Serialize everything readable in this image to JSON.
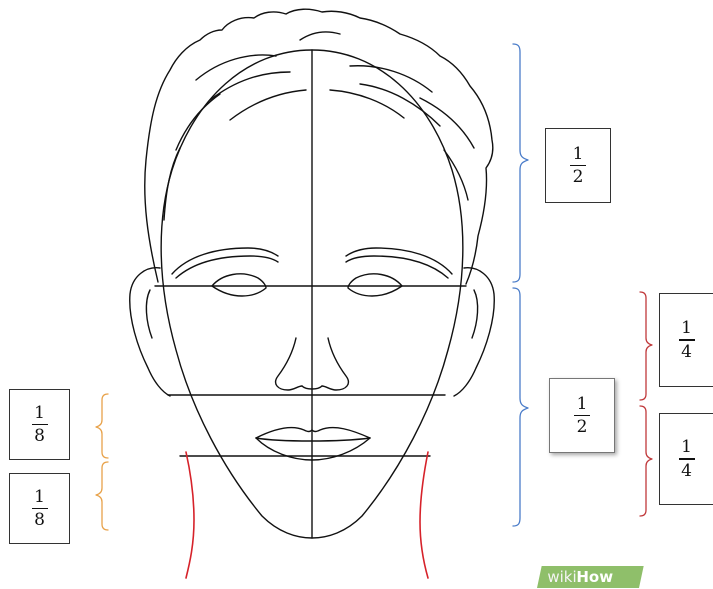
{
  "fractions": {
    "upper_half": {
      "numerator": "1",
      "denominator": "2"
    },
    "lower_half": {
      "numerator": "1",
      "denominator": "2"
    },
    "lower_quarter_top": {
      "numerator": "1",
      "denominator": "4"
    },
    "lower_quarter_bottom": {
      "numerator": "1",
      "denominator": "4"
    },
    "eighth_top": {
      "numerator": "1",
      "denominator": "8"
    },
    "eighth_bottom": {
      "numerator": "1",
      "denominator": "8"
    }
  },
  "watermark": {
    "prefix": "wiki",
    "suffix": "How"
  },
  "colors": {
    "line": "#111111",
    "blue_bracket": "#4a7cc9",
    "red_bracket": "#c0393b",
    "orange_bracket": "#e8a24a",
    "neck": "#d6222a",
    "watermark_bg": "#8fbf6a"
  }
}
